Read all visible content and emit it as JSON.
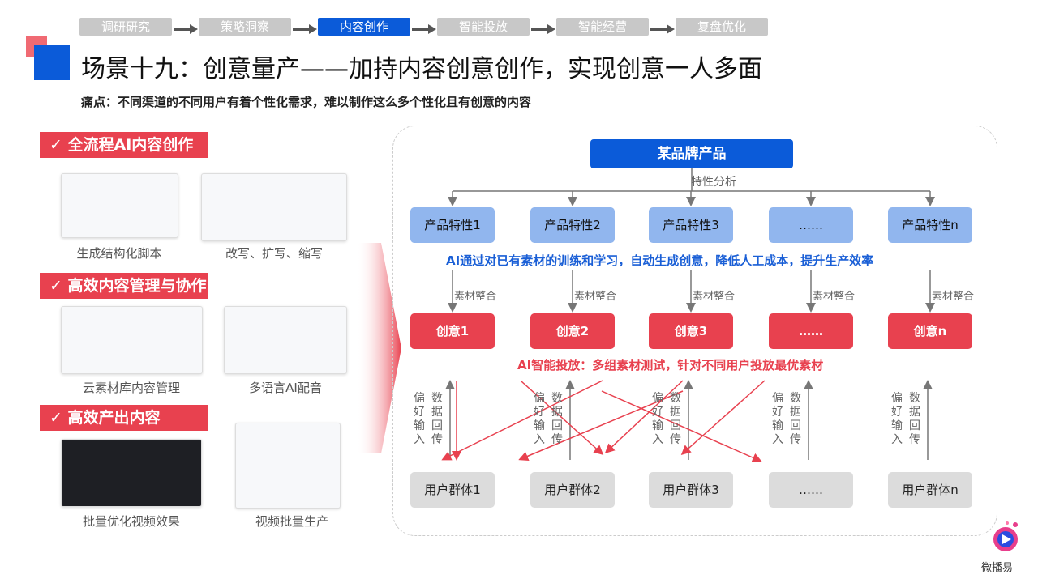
{
  "steps": [
    "调研研究",
    "策略洞察",
    "内容创作",
    "智能投放",
    "智能经营",
    "复盘优化"
  ],
  "active_step": 2,
  "title": "场景十九：创意量产——加持内容创意创作，实现创意一人多面",
  "pain_point": "痛点：不同渠道的不同用户有着个性化需求，难以制作这么多个性化且有创意的内容",
  "left": {
    "sections": [
      {
        "label": "✓  全流程AI内容创作",
        "items": [
          "生成结构化脚本",
          "改写、扩写、缩写"
        ]
      },
      {
        "label": "✓  高效内容管理与协作",
        "items": [
          "云素材库内容管理",
          "多语言AI配音"
        ]
      },
      {
        "label": "✓  高效产出内容",
        "items": [
          "批量优化视频效果",
          "视频批量生产"
        ]
      }
    ]
  },
  "diagram": {
    "root": "某品牌产品",
    "analysis": "特性分析",
    "features": [
      "产品特性1",
      "产品特性2",
      "产品特性3",
      "……",
      "产品特性n"
    ],
    "ai_note": "AI通过对已有素材的训练和学习，自动生成创意，降低人工成本，提升生产效率",
    "integrate": "素材整合",
    "creatives": [
      "创意1",
      "创意2",
      "创意3",
      "……",
      "创意n"
    ],
    "delivery_note": "AI智能投放：多组素材测试，针对不同用户投放最优素材",
    "pref_input": "偏好输入",
    "data_return": "数据回传",
    "users": [
      "用户群体1",
      "用户群体2",
      "用户群体3",
      "……",
      "用户群体n"
    ]
  },
  "logo": "微播易",
  "colors": {
    "blue": "#0b5bd9",
    "red": "#e8414f",
    "feature": "#91b6ee",
    "gray": "#dcdcdc"
  }
}
